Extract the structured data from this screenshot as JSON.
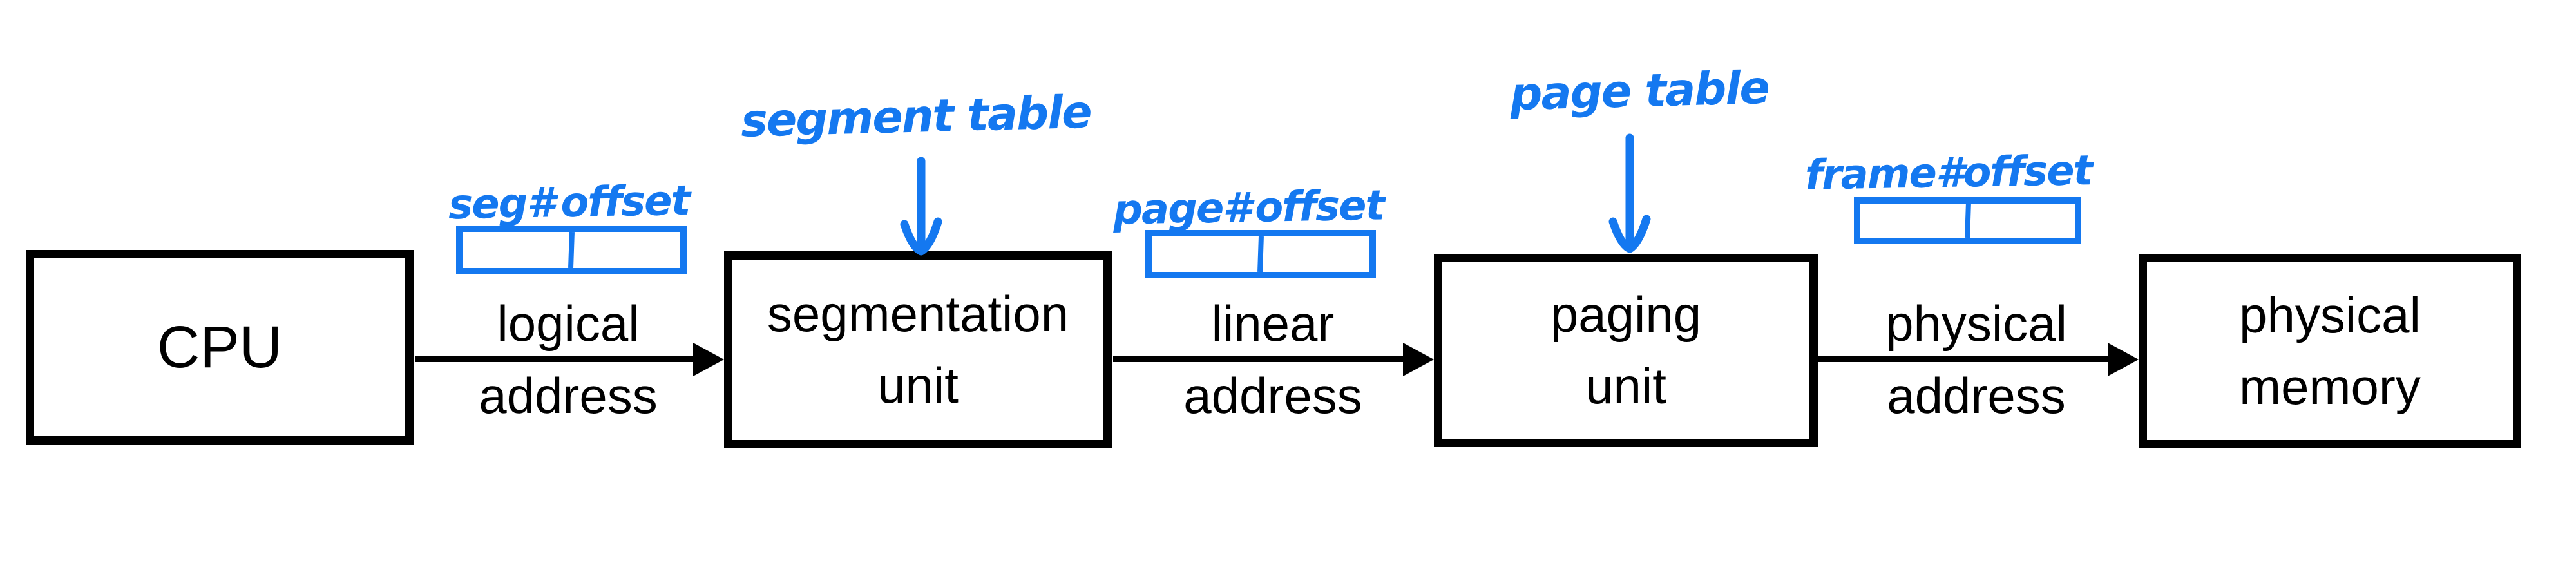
{
  "colors": {
    "ink_blue": "#1478f0",
    "line_black": "#000000",
    "background": "#ffffff"
  },
  "nodes": [
    {
      "id": "cpu",
      "label": "CPU"
    },
    {
      "id": "segmentation-unit",
      "label": "segmentation\nunit"
    },
    {
      "id": "paging-unit",
      "label": "paging\nunit"
    },
    {
      "id": "physical-memory",
      "label": "physical\nmemory"
    }
  ],
  "arrows": [
    {
      "from": "cpu",
      "to": "segmentation-unit",
      "label": "logical\naddress"
    },
    {
      "from": "segmentation-unit",
      "to": "paging-unit",
      "label": "linear\naddress"
    },
    {
      "from": "paging-unit",
      "to": "physical-memory",
      "label": "physical\naddress"
    }
  ],
  "annotations": {
    "segment_table": {
      "label": "segment table"
    },
    "page_table": {
      "label": "page table"
    },
    "seg_field": {
      "left": "seg#",
      "right": "offset"
    },
    "page_field": {
      "left": "page#",
      "right": "offset"
    },
    "frame_field": {
      "left": "frame#",
      "right": "offset"
    }
  }
}
